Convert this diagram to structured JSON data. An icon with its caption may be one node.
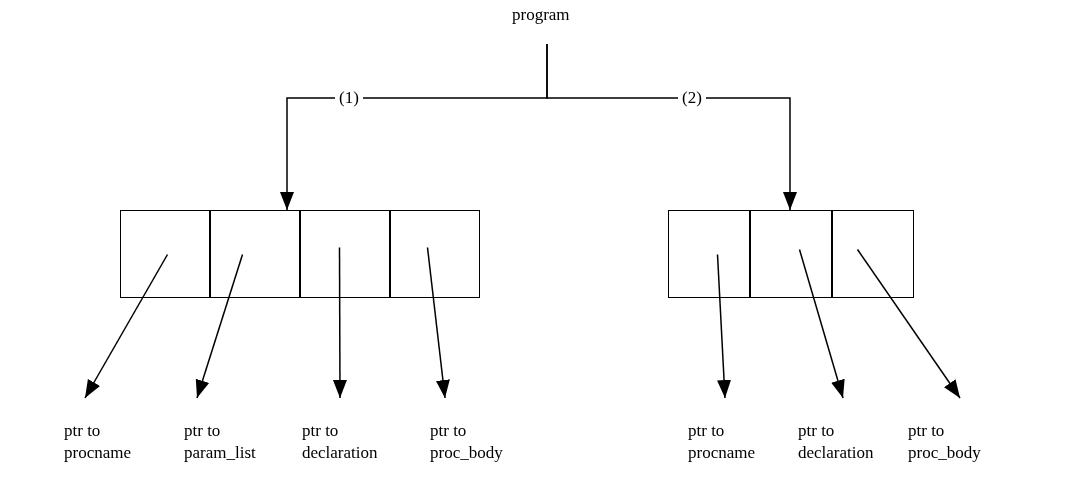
{
  "diagram": {
    "nodes": [
      {
        "text": [
          "program"
        ]
      },
      {
        "text": [],
        "shape": "box"
      },
      {
        "text": [],
        "shape": "box",
        "in": 1
      },
      {
        "text": [],
        "shape": "box",
        "in": 1
      },
      {
        "text": [],
        "shape": "box",
        "in": 1
      },
      {
        "text": [],
        "shape": "box",
        "in": 1
      },
      {
        "text": [],
        "shape": "box"
      },
      {
        "text": [],
        "shape": "box",
        "in": 6
      },
      {
        "text": [],
        "shape": "box",
        "in": 6
      },
      {
        "text": [],
        "shape": "box",
        "in": 6
      },
      {
        "text": [
          "ptr to procname"
        ]
      },
      {
        "text": [
          "ptr to param_list"
        ]
      },
      {
        "text": [
          "ptr to declaration"
        ]
      },
      {
        "text": [
          "ptr to proc_body"
        ]
      },
      {
        "text": [
          "ptr to procname"
        ]
      },
      {
        "text": [
          "ptr to declaration"
        ]
      },
      {
        "text": [
          "ptr to proc_body"
        ]
      }
    ],
    "edges": [
      {
        "from": 0,
        "to": 1,
        "arrow": "to",
        "label": "(1)"
      },
      {
        "from": 0,
        "to": 6,
        "arrow": "to",
        "label": "(2)"
      },
      {
        "from": 2,
        "to": 10,
        "arrow": "to"
      },
      {
        "from": 3,
        "to": 11,
        "arrow": "to"
      },
      {
        "from": 4,
        "to": 12,
        "arrow": "to"
      },
      {
        "from": 5,
        "to": 13,
        "arrow": "to"
      },
      {
        "from": 7,
        "to": 14,
        "arrow": "to"
      },
      {
        "from": 8,
        "to": 15,
        "arrow": "to"
      },
      {
        "from": 9,
        "to": 16,
        "arrow": "to"
      }
    ]
  }
}
